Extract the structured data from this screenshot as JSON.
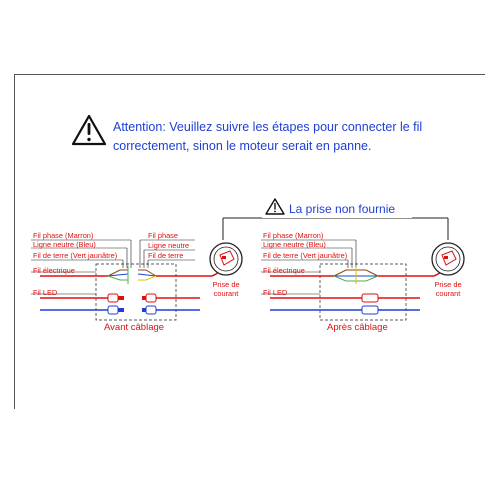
{
  "warning": {
    "text": "Attention: Veuillez suivre les étapes pour connecter le fil correctement, sinon le moteur serait en panne.",
    "icon": "warning-triangle-icon"
  },
  "plug_note": {
    "text": "La prise non fournie",
    "icon": "warning-triangle-icon"
  },
  "left_diagram": {
    "labels_left": [
      "Fil phase (Marron)",
      "Ligne neutre (Bleu)",
      "Fil de terre (Vert jaunâtre)",
      "Fil électrique",
      "Fil LED"
    ],
    "labels_mid": [
      "Fil phase",
      "Ligne neutre",
      "Fil de terre"
    ],
    "socket_label": "Prise de courant",
    "caption": "Avant câblage"
  },
  "right_diagram": {
    "labels_left": [
      "Fil phase (Marron)",
      "Ligne neutre (Bleu)",
      "Fil de terre (Vert jaunâtre)",
      "Fil électrique",
      "Fil LED"
    ],
    "socket_label": "Prise de courant",
    "caption": "Après câblage"
  },
  "colors": {
    "text_blue": "#1f3fd6",
    "label_red": "#dd1111",
    "wire_brown": "#8b4513",
    "wire_blue": "#1f3fd6",
    "wire_green": "#4caf50",
    "wire_yellow": "#e0c000"
  }
}
